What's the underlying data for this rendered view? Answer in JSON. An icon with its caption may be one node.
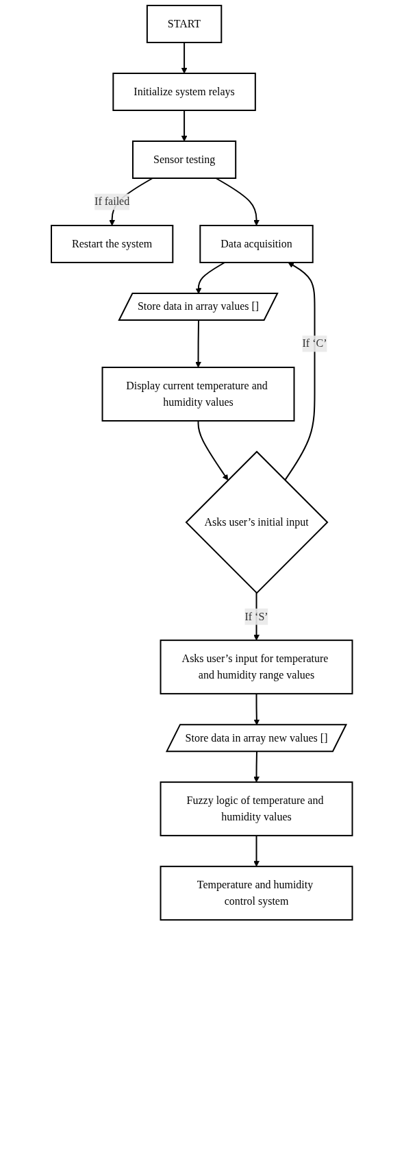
{
  "diagram": {
    "nodes": [
      {
        "text": [
          "START"
        ]
      },
      {
        "text": [
          "Initialize system relays"
        ]
      },
      {
        "text": [
          "Sensor testing"
        ]
      },
      {
        "text": [
          "Restart the system"
        ]
      },
      {
        "text": [
          "Data acquisition"
        ]
      },
      {
        "text": [
          "Store data in array values []"
        ]
      },
      {
        "text": [
          "Display current temperature and humidity values"
        ]
      },
      {
        "text": [
          "Asks user’s initial input"
        ]
      },
      {
        "text": [
          "Asks user’s input for temperature and humidity range values"
        ]
      },
      {
        "text": [
          "Store data in array new values []"
        ]
      },
      {
        "text": [
          "Fuzzy logic of temperature and humidity values"
        ]
      },
      {
        "text": [
          "Temperature and humidity control system"
        ]
      }
    ],
    "edges": [
      {
        "from": 0,
        "to": 1,
        "arrow": "to"
      },
      {
        "from": 1,
        "to": 2,
        "arrow": "to"
      },
      {
        "from": 2,
        "to": 3,
        "arrow": "to",
        "label": "If failed"
      },
      {
        "from": 2,
        "to": 4,
        "arrow": "to"
      },
      {
        "from": 4,
        "to": 5,
        "arrow": "to"
      },
      {
        "from": 5,
        "to": 6,
        "arrow": "to"
      },
      {
        "from": 6,
        "to": 7,
        "arrow": "to"
      },
      {
        "from": 7,
        "to": 4,
        "arrow": "to",
        "label": "If ‘C’"
      },
      {
        "from": 7,
        "to": 8,
        "arrow": "to",
        "label": "If ‘S’"
      },
      {
        "from": 8,
        "to": 9,
        "arrow": "to"
      },
      {
        "from": 9,
        "to": 10,
        "arrow": "to"
      },
      {
        "from": 10,
        "to": 11,
        "arrow": "to"
      }
    ]
  }
}
